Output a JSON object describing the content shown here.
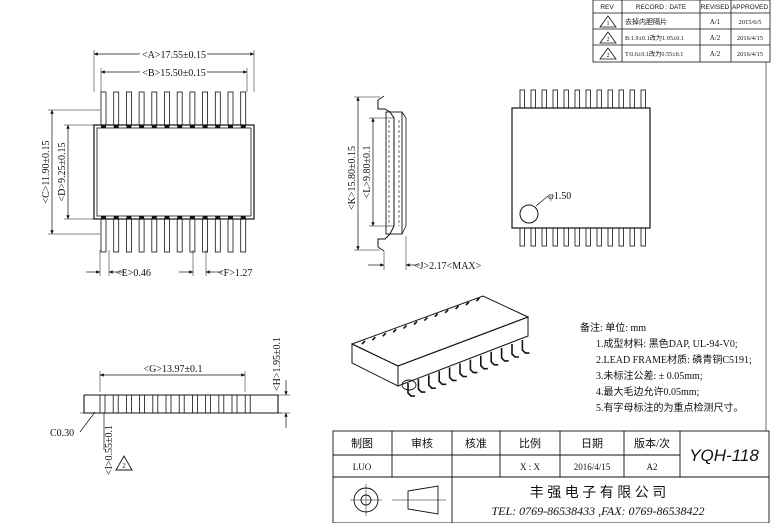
{
  "revision_table": {
    "headers": [
      "REV",
      "RECORD : DATE",
      "REVISED",
      "APPROVED"
    ],
    "rows": [
      {
        "rev": "1",
        "record": "去掉内胆隔片",
        "revised": "A/1",
        "approved": "2015/6/5"
      },
      {
        "rev": "2",
        "record": "B:1.9±0.1改为1.95±0.1",
        "revised": "A/2",
        "approved": "2016/4/15"
      },
      {
        "rev": "2",
        "record": "T:0.6±0.1改为0.55±0.1",
        "revised": "A/2",
        "approved": "2016/4/15"
      }
    ]
  },
  "dimensions": {
    "A": "<A>17.55±0.15",
    "B": "<B>15.50±0.15",
    "C": "<C>11.90±0.15",
    "D": "<D>9.25±0.15",
    "E": "<E>0.46",
    "F": "<F>1.27",
    "K": "<K>15.80±0.15",
    "L": "<L>9.80±0.1",
    "J": "<J>2.17<MAX>",
    "diameter": "φ1.50",
    "G": "<G>13.97±0.1",
    "H": "<H>1.95±0.1",
    "I": "<I>0.55±0.1",
    "C030": "C0.30"
  },
  "notes": {
    "header": "备注:  单位: mm",
    "items": [
      "1.成型材料: 黑色DAP, UL-94-V0;",
      "2.LEAD FRAME材质: 磷青铜C5191;",
      "3.未标注公差: ± 0.05mm;",
      "4.最大毛边允许0.05mm;",
      "5.有字母标注的为重点检测尺寸。"
    ]
  },
  "title_block": {
    "headers": [
      "制图",
      "审核",
      "核准",
      "比例",
      "日期",
      "版本/次"
    ],
    "values": [
      "LUO",
      "",
      "",
      "X : X",
      "2016/4/15",
      "A2"
    ],
    "part_no": "YQH-118",
    "company": "丰 强 电 子 有 限 公 司",
    "contact": "TEL: 0769-86538433 ,FAX: 0769-86538422"
  },
  "revision_marker_label": "2"
}
